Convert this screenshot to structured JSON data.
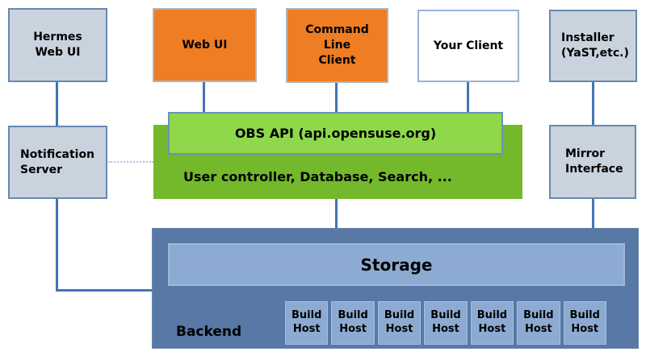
{
  "colors": {
    "orange_box": "#ee7d23",
    "gray_box": "#c9d3dd",
    "gray_box_border": "#6589b2",
    "white_box_border": "#95b3d7",
    "api_green": "#8fd84a",
    "frontend_green": "#74b82c",
    "backend_blue": "#5878a6",
    "storage_blue": "#8dabd2",
    "connector_blue": "#4374b5",
    "dotted_connector_blue": "#a9c4e6"
  },
  "top_row": {
    "hermes": {
      "label": "Hermes\nWeb UI"
    },
    "web_ui": {
      "label": "Web UI"
    },
    "command_line_client": {
      "label": "Command\nLine\nClient"
    },
    "your_client": {
      "label": "Your Client"
    },
    "installer": {
      "label": "Installer\n(YaST,etc.)"
    }
  },
  "middle": {
    "notification_server": {
      "label": "Notification\nServer"
    },
    "obs_api": {
      "label": "OBS API (api.opensuse.org)"
    },
    "frontend": {
      "label": "User controller, Database, Search, ..."
    },
    "mirror_interface": {
      "label": "Mirror\nInterface"
    }
  },
  "backend": {
    "label": "Backend",
    "storage": {
      "label": "Storage"
    },
    "build_hosts": [
      {
        "label": "Build\nHost"
      },
      {
        "label": "Build\nHost"
      },
      {
        "label": "Build\nHost"
      },
      {
        "label": "Build\nHost"
      },
      {
        "label": "Build\nHost"
      },
      {
        "label": "Build\nHost"
      },
      {
        "label": "Build\nHost"
      }
    ]
  }
}
